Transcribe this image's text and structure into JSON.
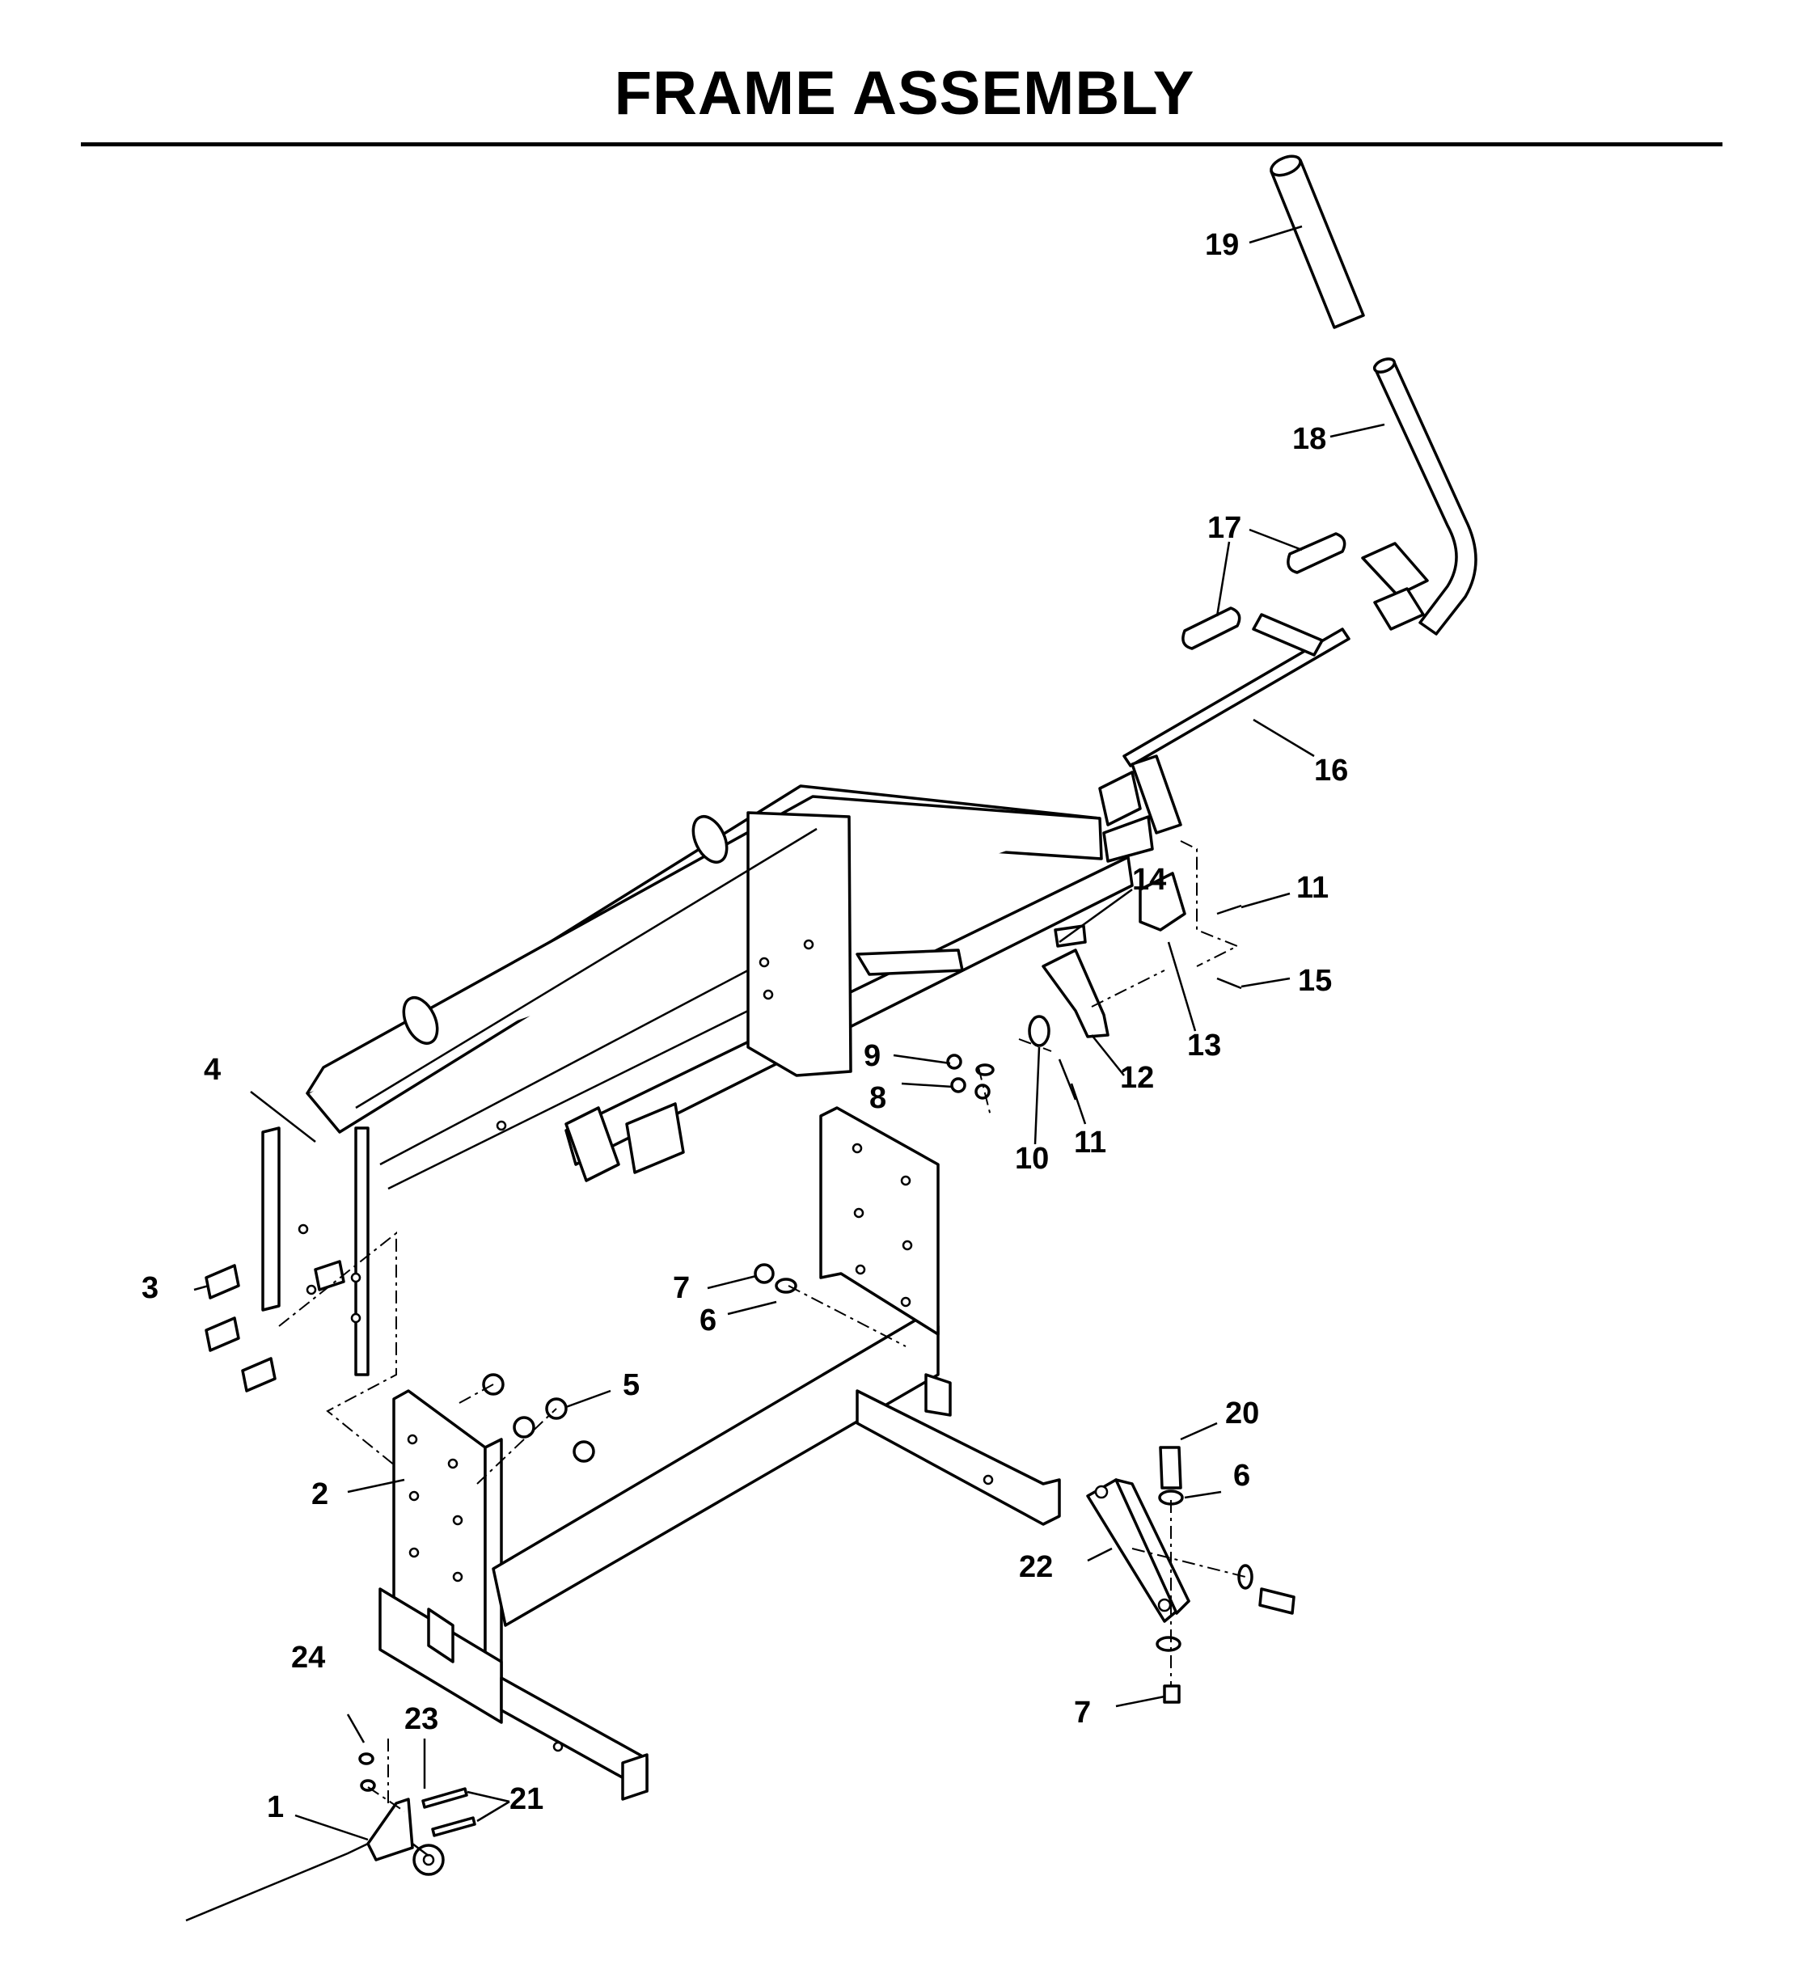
{
  "title": "FRAME ASSEMBLY",
  "callouts": [
    "1",
    "2",
    "3",
    "4",
    "5",
    "6",
    "6",
    "7",
    "7",
    "8",
    "9",
    "10",
    "11",
    "11",
    "12",
    "13",
    "14",
    "15",
    "16",
    "17",
    "18",
    "19",
    "20",
    "21",
    "22",
    "23",
    "24"
  ]
}
